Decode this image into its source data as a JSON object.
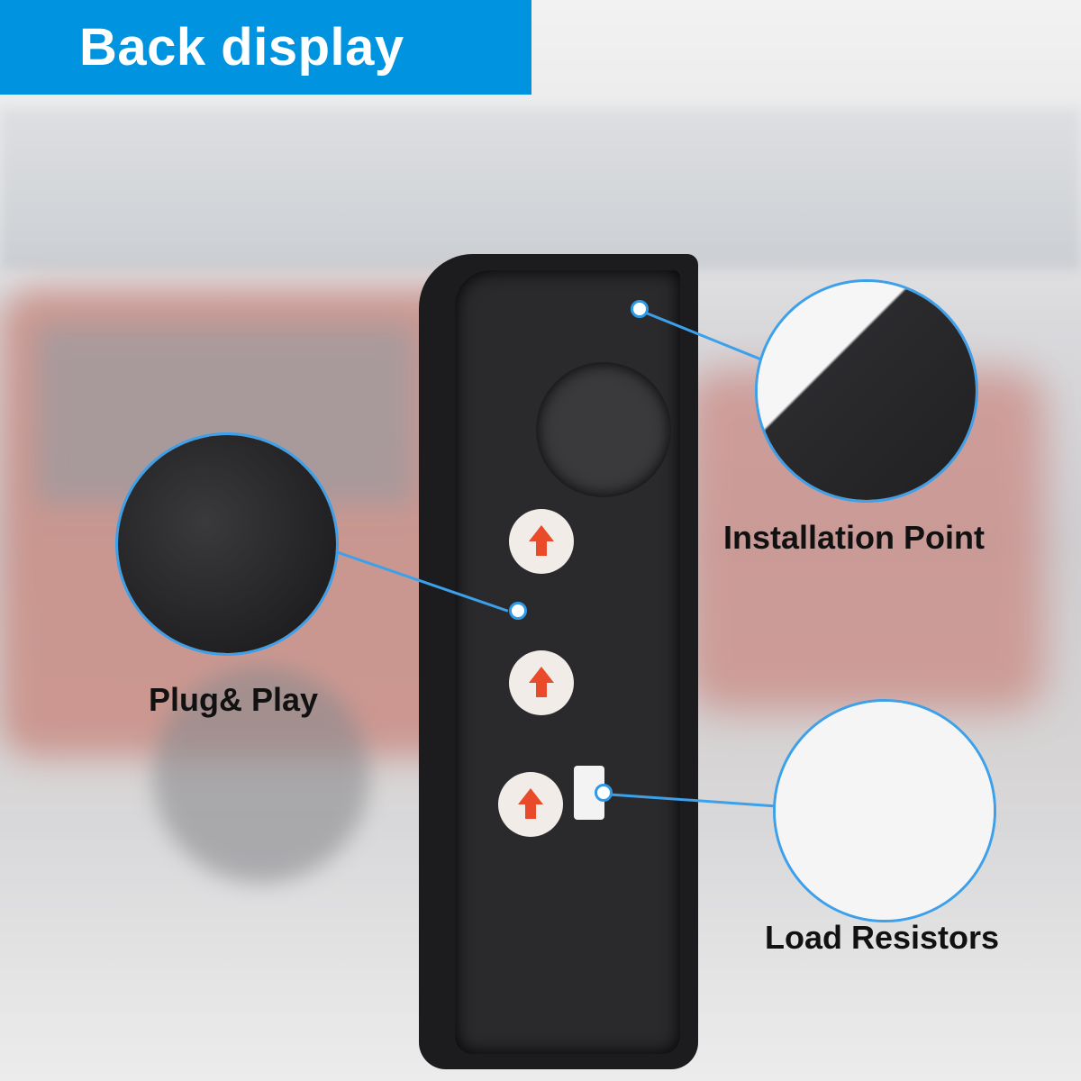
{
  "banner": {
    "title": "Back display",
    "color": "#0094e0"
  },
  "callouts": [
    {
      "label": "Installation Point"
    },
    {
      "label": "Plug& Play"
    },
    {
      "label": "Load Resistors"
    }
  ],
  "accent_color": "#3ca0ea"
}
